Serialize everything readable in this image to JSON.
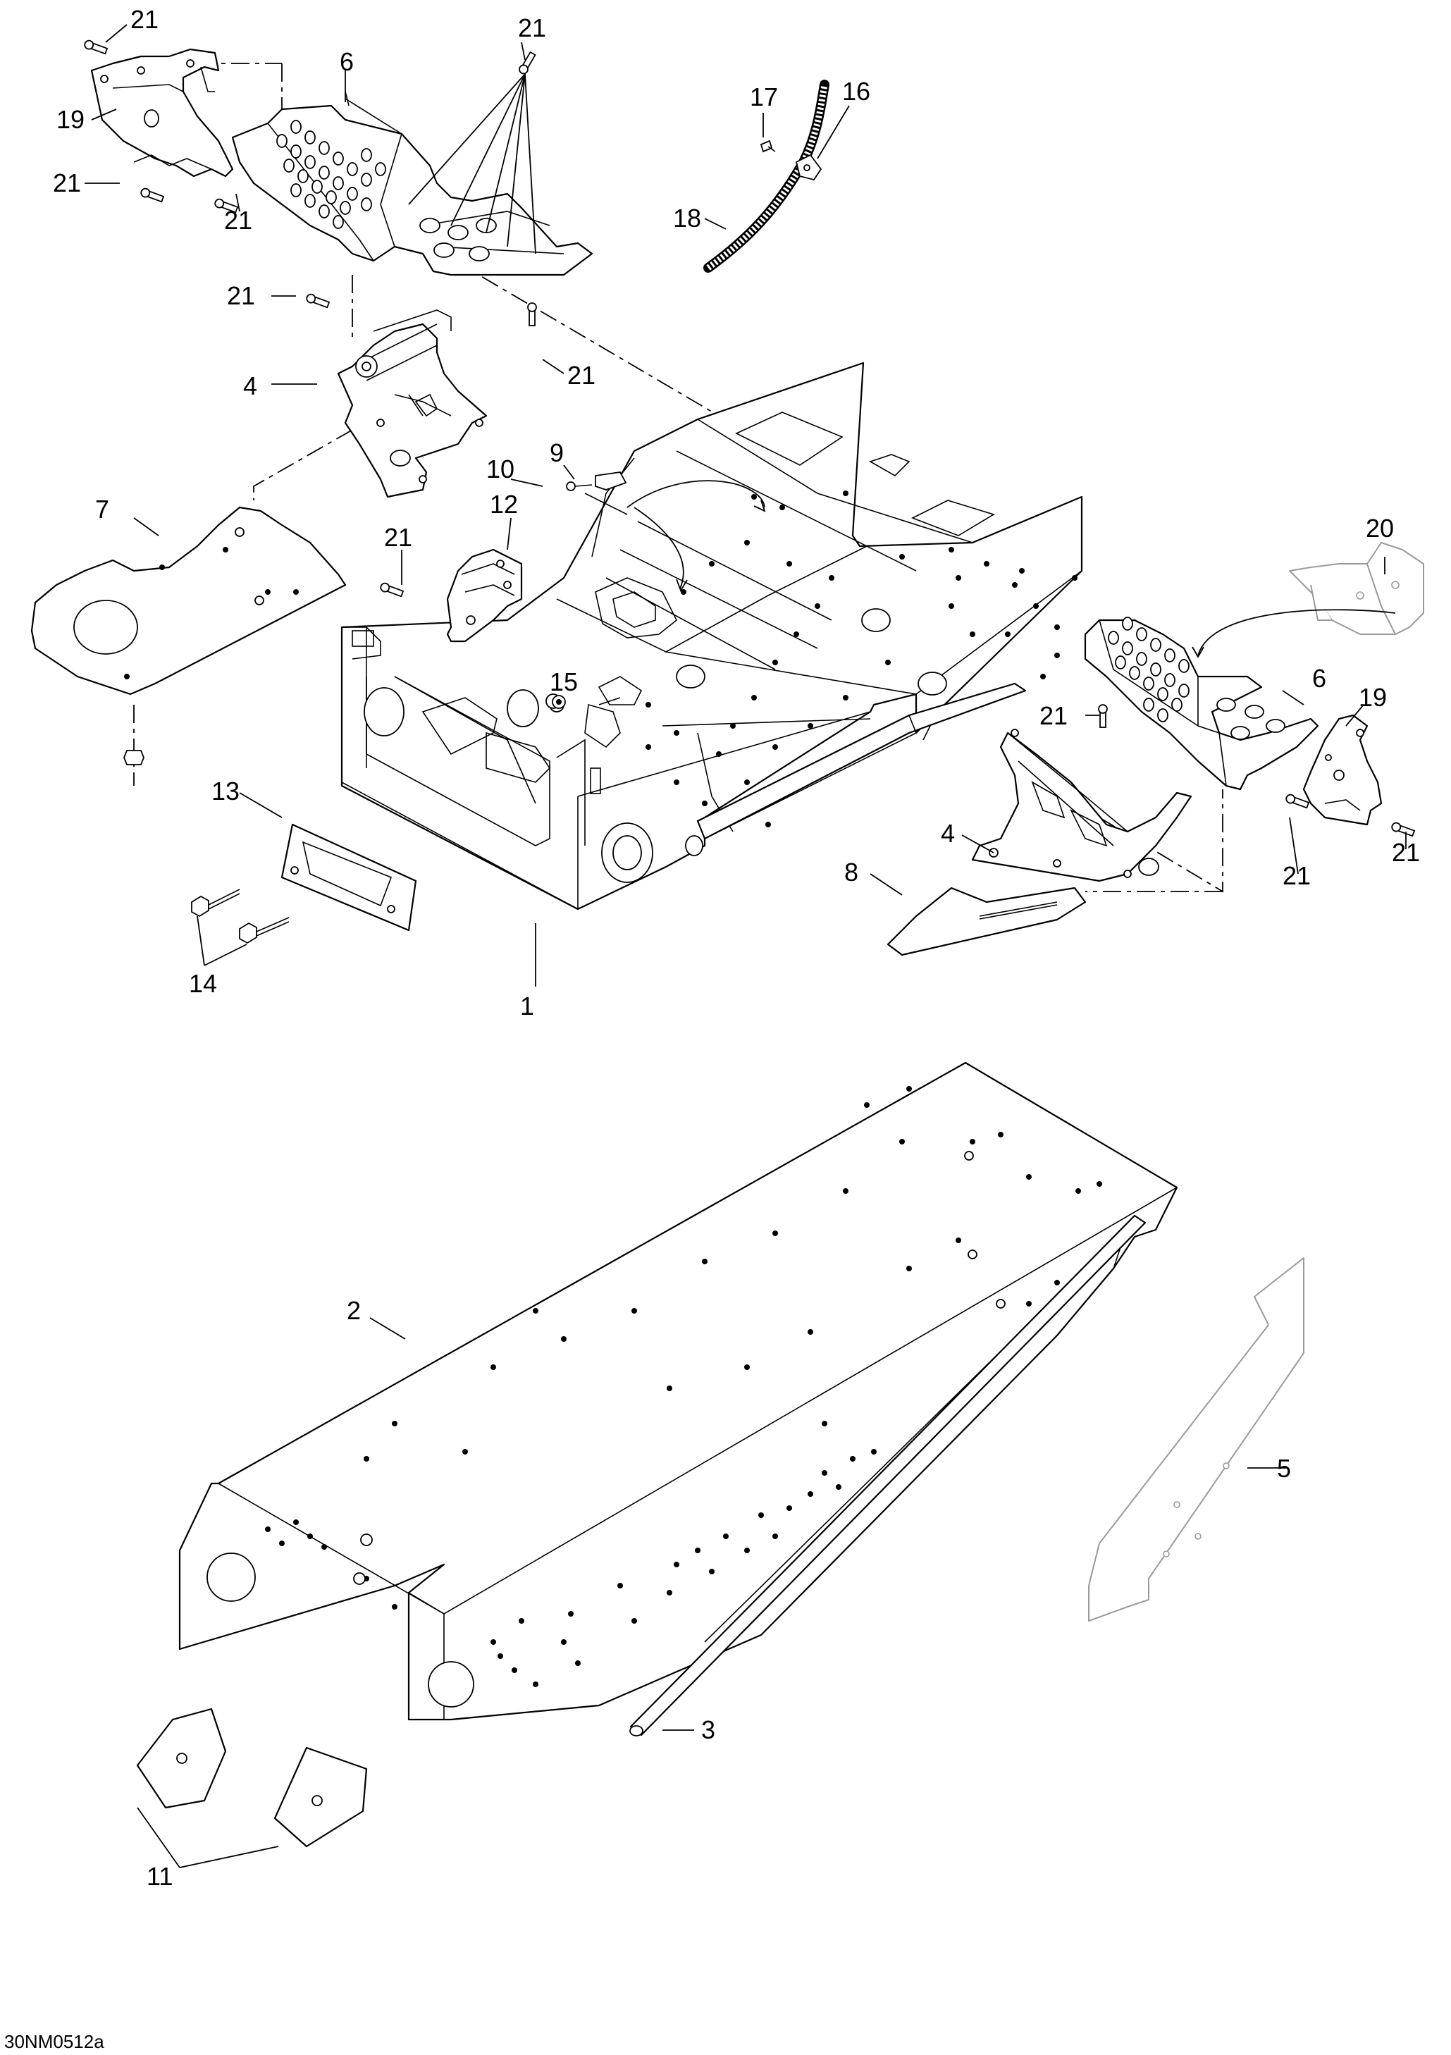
{
  "figure_code": "30NM0512a",
  "callouts": {
    "c1": "1",
    "c2": "2",
    "c3": "3",
    "c4a": "4",
    "c4b": "4",
    "c5": "5",
    "c6a": "6",
    "c6b": "6",
    "c7": "7",
    "c8": "8",
    "c9": "9",
    "c10": "10",
    "c11": "11",
    "c12": "12",
    "c13": "13",
    "c14": "14",
    "c15": "15",
    "c16": "16",
    "c17": "17",
    "c18": "18",
    "c19a": "19",
    "c19b": "19",
    "c20": "20",
    "c21a": "21",
    "c21b": "21",
    "c21c": "21",
    "c21d": "21",
    "c21e": "21",
    "c21f": "21",
    "c21g": "21",
    "c21h": "21",
    "c21i": "21",
    "c21j": "21"
  }
}
